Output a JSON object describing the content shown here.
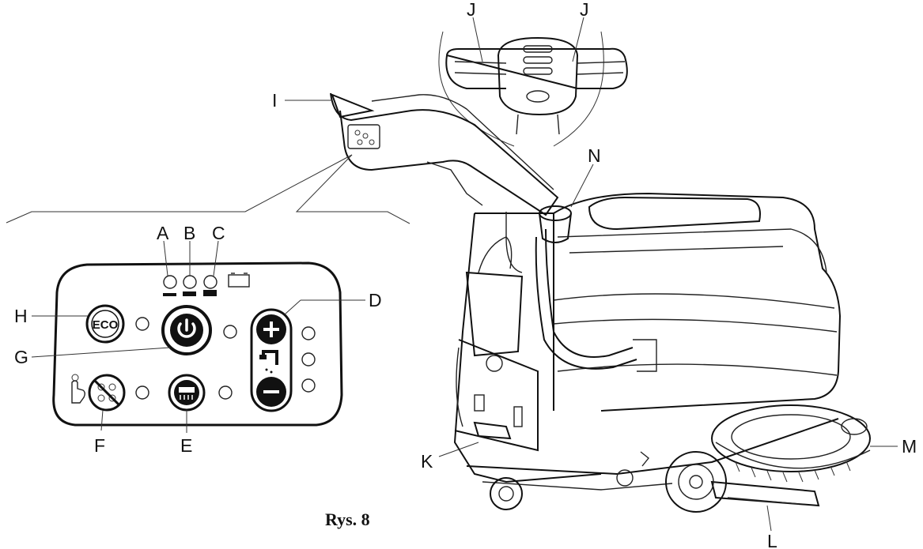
{
  "figure": {
    "caption": "Rys. 8",
    "labels": {
      "A": "A",
      "B": "B",
      "C": "C",
      "D": "D",
      "E": "E",
      "F": "F",
      "G": "G",
      "H": "H",
      "I": "I",
      "J_left": "J",
      "J_right": "J",
      "K": "K",
      "L": "L",
      "M": "M",
      "N": "N"
    },
    "panel": {
      "eco_button_label": "ECO"
    }
  }
}
